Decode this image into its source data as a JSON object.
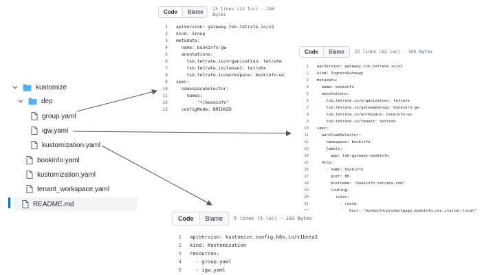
{
  "file_tree": {
    "items": [
      {
        "label": "kustomize",
        "type": "folder",
        "expanded": true
      },
      {
        "label": "dep",
        "type": "folder",
        "expanded": true
      },
      {
        "label": "group.yaml",
        "type": "file"
      },
      {
        "label": "igw.yaml",
        "type": "file"
      },
      {
        "label": "kustomization.yaml",
        "type": "file"
      },
      {
        "label": "bookinfo.yaml",
        "type": "file"
      },
      {
        "label": "kustomization.yaml",
        "type": "file"
      },
      {
        "label": "tenant_workspace.yaml",
        "type": "file"
      },
      {
        "label": "README.md",
        "type": "file",
        "selected": true
      }
    ]
  },
  "panels": {
    "group": {
      "tab_code": "Code",
      "tab_blame": "Blame",
      "meta": "13 lines (13 loc) · 294 Bytes",
      "lines": [
        "apiVersion: gateway.tsb.tetrate.io/v2",
        "kind: Group",
        "metadata:",
        "  name: bookinfo-gw",
        "  annotations:",
        "    tsb.tetrate.io/organization: tetrate",
        "    tsb.tetrate.io/tenant: tetrate",
        "    tsb.tetrate.io/workspace: bookinfo-ws",
        "spec:",
        "  namespaceSelector:",
        "    names:",
        "      - \"*/bookinfo\"",
        "  configMode: BRIDGED"
      ]
    },
    "igw": {
      "tab_code": "Code",
      "tab_blame": "Blame",
      "meta": "22 lines (22 loc) · 560 Bytes",
      "lines": [
        "apiVersion: gateway.tsb.tetrate.io/v2",
        "kind: IngressGateway",
        "metadata:",
        "  name: bookinfo",
        "  annotations:",
        "    tsb.tetrate.io/organization: tetrate",
        "    tsb.tetrate.io/gatewayGroup: bookinfo-gw",
        "    tsb.tetrate.io/workspace: bookinfo-ws",
        "    tsb.tetrate.io/tenant: tetrate",
        "spec:",
        "  workloadSelector:",
        "    namespace: bookinfo",
        "    labels:",
        "      app: tsb-gateway-bookinfo",
        "  http:",
        "    - name: bookinfo",
        "      port: 80",
        "      hostname: \"bookinfo.tetrate.com\"",
        "      routing:",
        "        rules:",
        "          - route:",
        "              host: \"bookinfo/productpage.bookinfo.svc.cluster.local\""
      ]
    },
    "kustomization": {
      "tab_code": "Code",
      "tab_blame": "Blame",
      "meta": "5 lines (5 loc) · 103 Bytes",
      "lines": [
        "apiVersion: kustomize.config.k8s.io/v1beta1",
        "kind: Kustomization",
        "resources:",
        "  - group.yaml",
        "  - igw.yaml"
      ]
    }
  },
  "colors": {
    "folder": "#54aeff",
    "selected_indicator": "#0969da",
    "arrow": "#555555"
  }
}
